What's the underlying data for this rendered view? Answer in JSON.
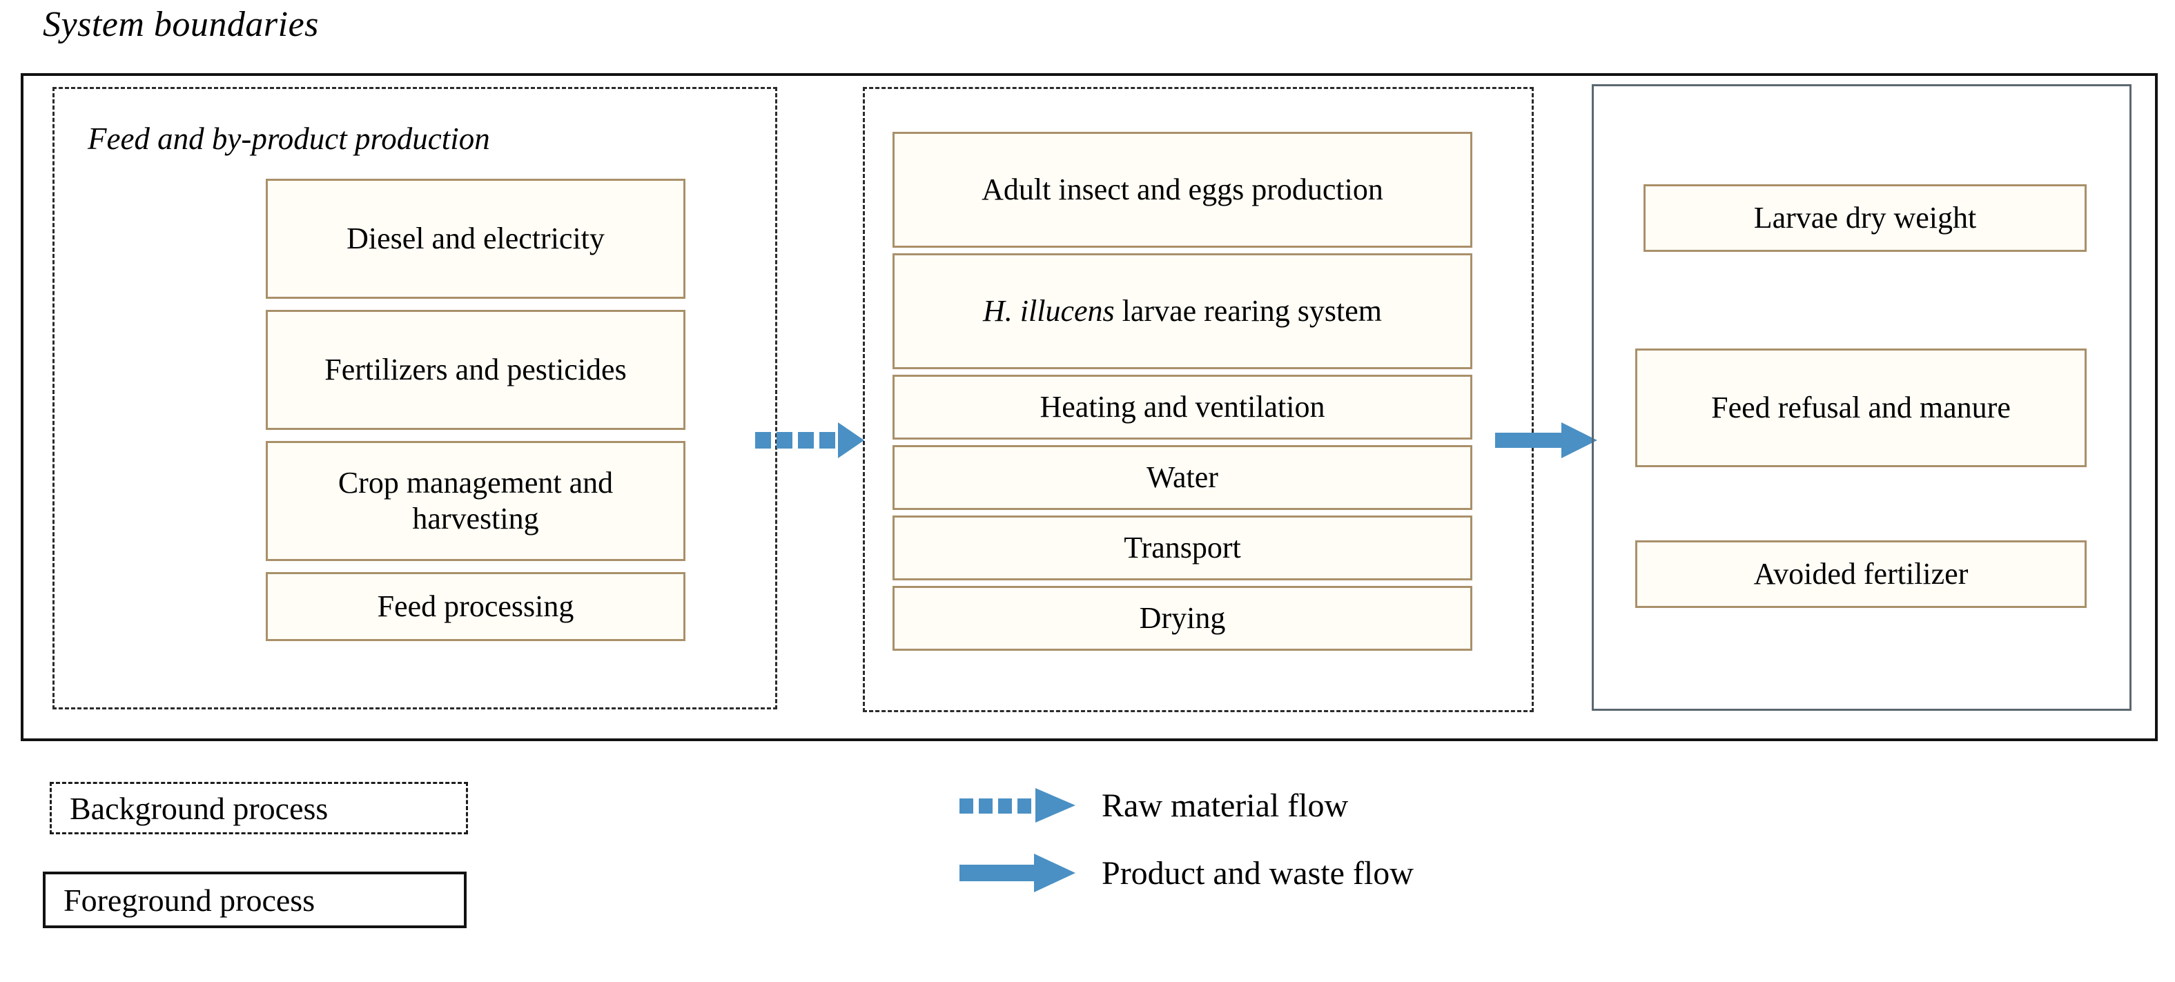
{
  "title": "System boundaries",
  "colors": {
    "flow_arrow_blue": "#4a90c4",
    "process_box_border": "#a9906a",
    "process_box_fill": "#fffdf6",
    "foreground_frame": "#5b6770",
    "boundary_frame": "#121212"
  },
  "left_column": {
    "section_title": "Feed and by-product production",
    "boxes": [
      {
        "label": "Diesel and electricity"
      },
      {
        "label": "Fertilizers and pesticides"
      },
      {
        "label": "Crop management and harvesting"
      },
      {
        "label": "Feed processing"
      }
    ]
  },
  "middle_column": {
    "boxes": [
      {
        "label": "Adult insect and eggs production"
      },
      {
        "label_italic": "H. illucens",
        "label_rest": " larvae rearing system"
      },
      {
        "label": "Heating and ventilation"
      },
      {
        "label": "Water"
      },
      {
        "label": "Transport"
      },
      {
        "label": "Drying"
      }
    ]
  },
  "right_column": {
    "boxes": [
      {
        "label": "Larvae dry weight"
      },
      {
        "label": "Feed refusal and manure"
      },
      {
        "label": "Avoided fertilizer"
      }
    ]
  },
  "arrows": {
    "raw_material_main": "dashed-arrow-right",
    "product_waste_main": "solid-arrow-right",
    "manure_to_fertilizer": "thin-arrow-down"
  },
  "legend": {
    "background_process": "Background process",
    "foreground_process": "Foreground process",
    "raw_material_flow": "Raw material flow",
    "product_and_waste_flow": "Product and waste flow"
  }
}
